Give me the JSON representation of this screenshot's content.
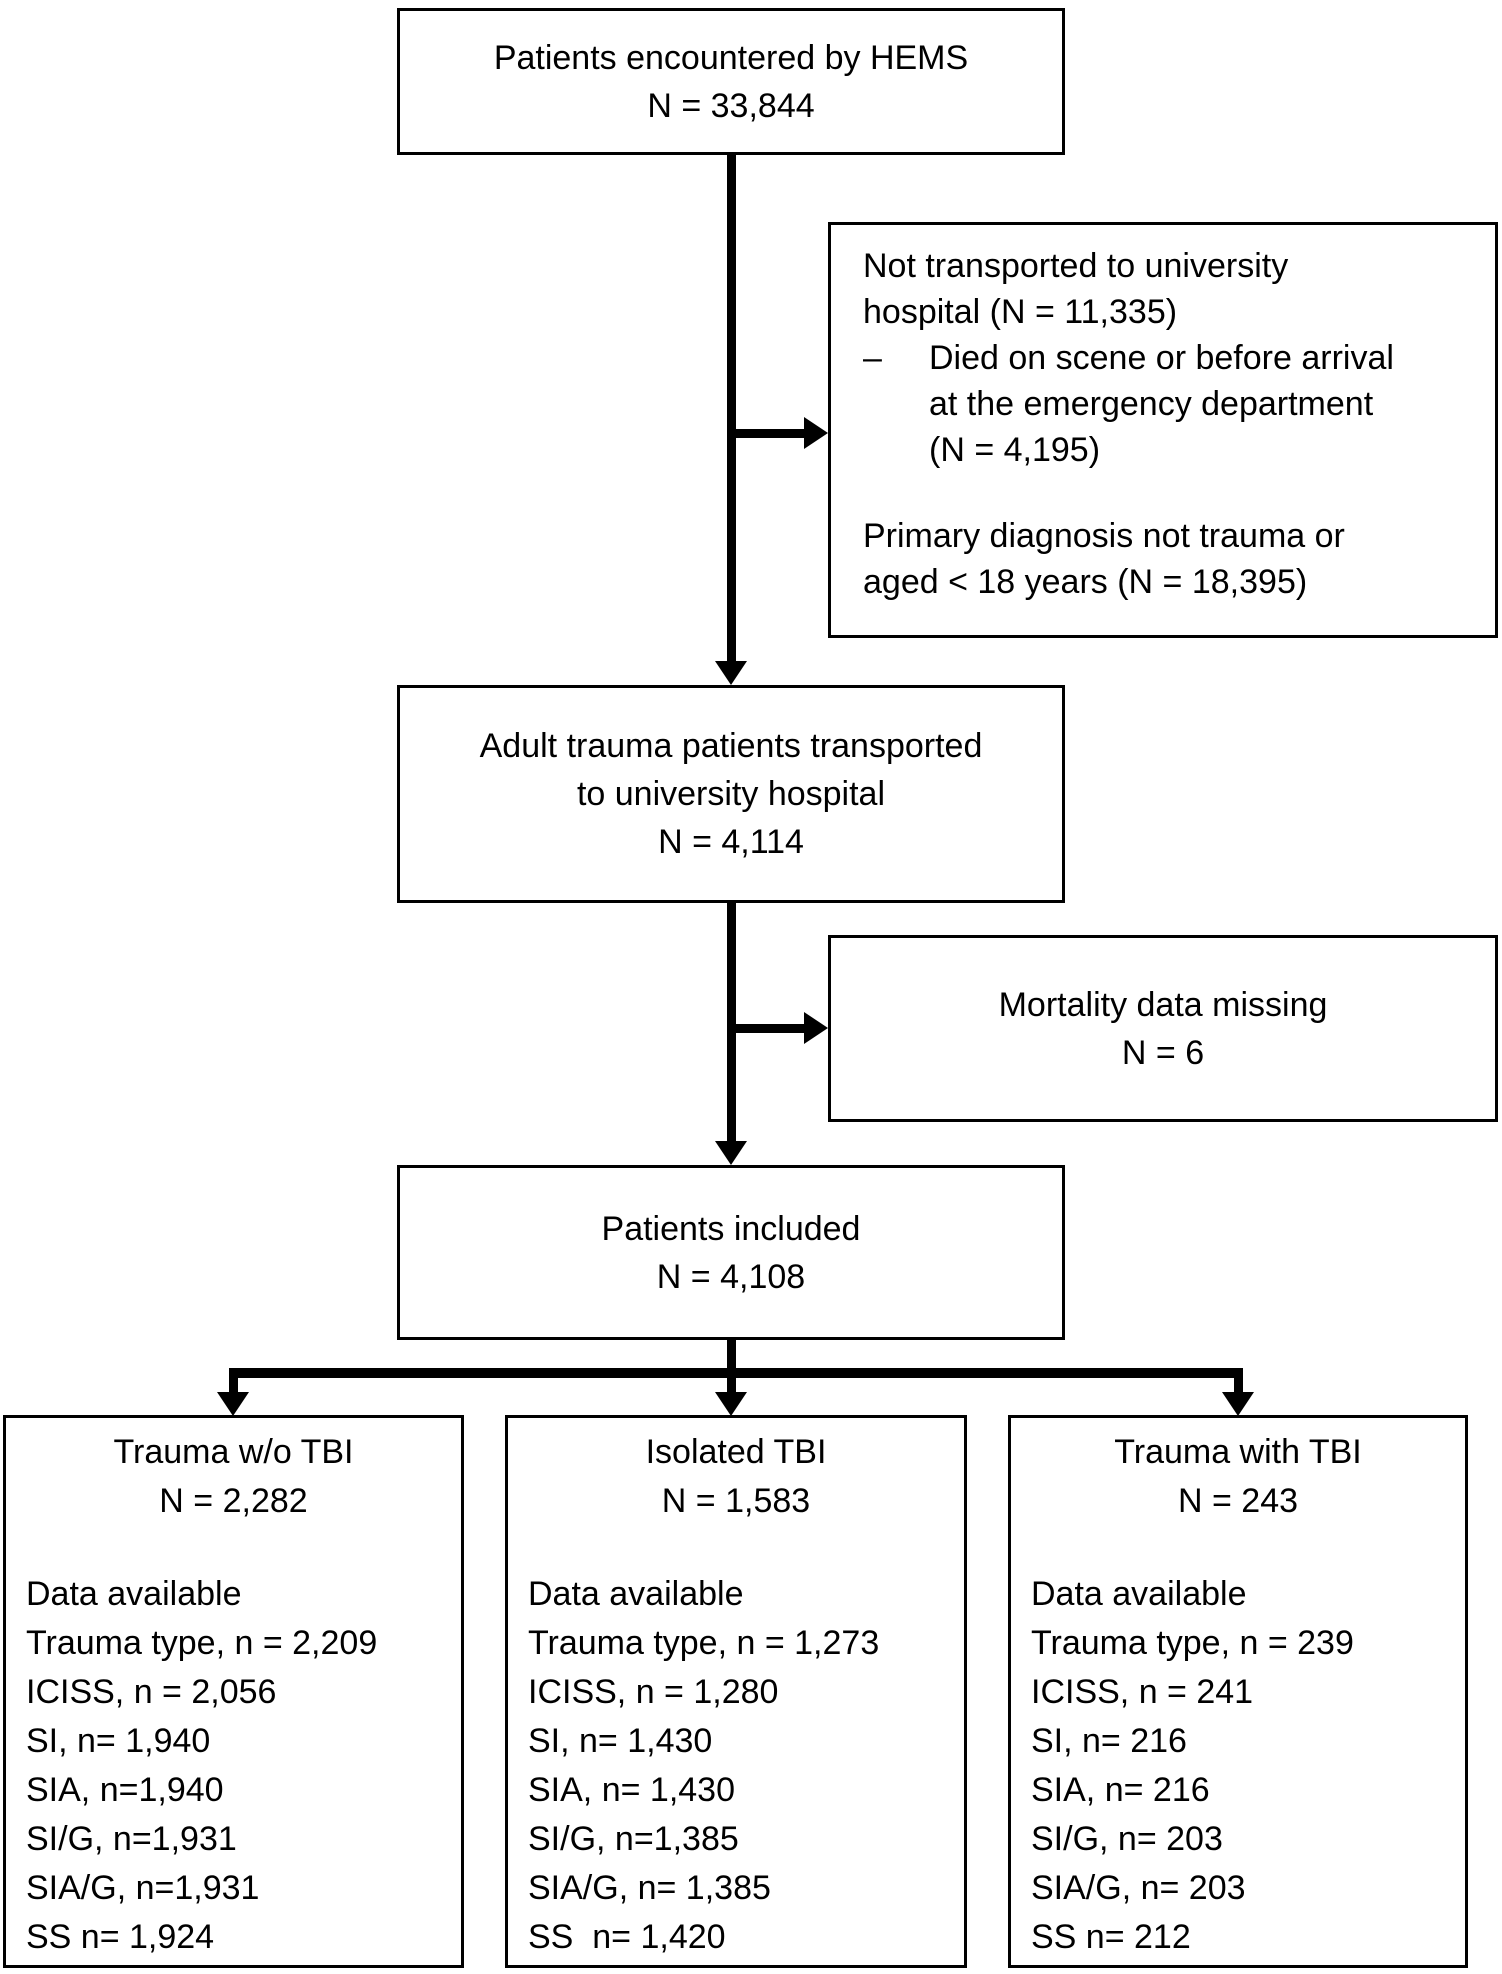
{
  "encountered": {
    "title": "Patients encountered by HEMS",
    "n": "N = 33,844"
  },
  "exclusions": {
    "line1": "Not transported to university",
    "line2": "hospital (N = 11,335)",
    "dash": "–",
    "bullet1": "Died on scene or before arrival",
    "bullet2": "at the emergency department",
    "bullet3": "(N = 4,195)",
    "para2a": "Primary diagnosis not trauma or",
    "para2b": "aged < 18 years (N = 18,395)"
  },
  "adult": {
    "line1": "Adult trauma patients transported",
    "line2": "to university hospital",
    "n": "N = 4,114"
  },
  "mortality": {
    "title": "Mortality data missing",
    "n": "N = 6"
  },
  "included": {
    "title": "Patients included",
    "n": "N = 4,108"
  },
  "groups": [
    {
      "title": "Trauma w/o TBI",
      "n": "N = 2,282",
      "header": "Data available",
      "rows": [
        "Trauma type, n = 2,209",
        "ICISS, n = 2,056",
        "SI, n= 1,940",
        "SIA, n=1,940",
        "SI/G, n=1,931",
        "SIA/G, n=1,931",
        "SS n= 1,924"
      ]
    },
    {
      "title": "Isolated TBI",
      "n": "N = 1,583",
      "header": "Data available",
      "rows": [
        "Trauma type, n = 1,273",
        "ICISS, n = 1,280",
        "SI, n= 1,430",
        "SIA, n= 1,430",
        "SI/G, n=1,385",
        "SIA/G, n= 1,385",
        "SS  n= 1,420"
      ]
    },
    {
      "title": "Trauma with TBI",
      "n": "N = 243",
      "header": "Data available",
      "rows": [
        "Trauma type, n = 239",
        "ICISS, n = 241",
        "SI, n= 216",
        "SIA, n= 216",
        "SI/G, n= 203",
        "SIA/G, n= 203",
        "SS n= 212"
      ]
    }
  ]
}
